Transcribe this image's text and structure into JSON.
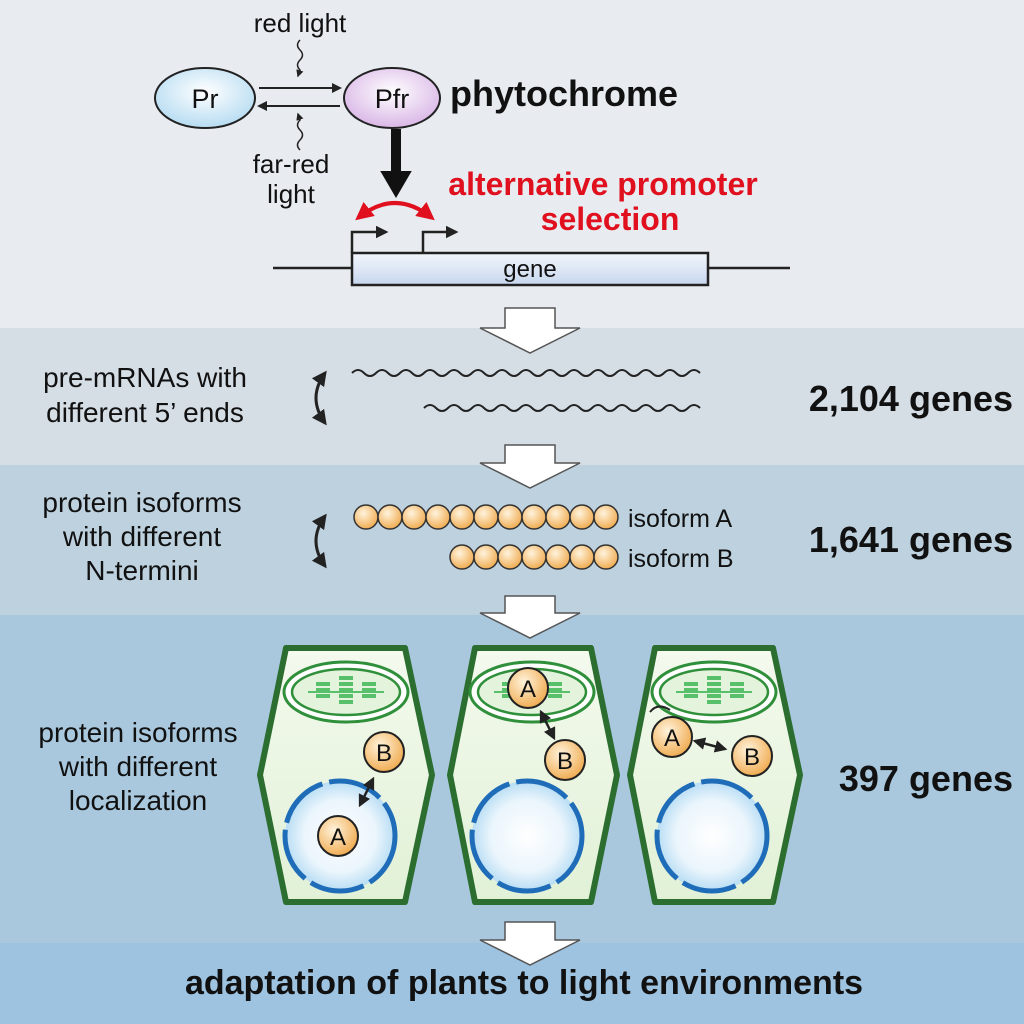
{
  "top": {
    "pr": "Pr",
    "pfr": "Pfr",
    "red_light": "red light",
    "far_red_1": "far-red",
    "far_red_2": "light",
    "phytochrome": "phytochrome",
    "alt_1": "alternative promoter",
    "alt_2": "selection",
    "gene": "gene"
  },
  "rows": {
    "premrna": {
      "label_1": "pre-mRNAs with",
      "label_2": "different 5’ ends",
      "count": "2,104 genes"
    },
    "isoforms": {
      "label_1": "protein isoforms",
      "label_2": "with different",
      "label_3": "N-termini",
      "iso_a": "isoform A",
      "iso_b": "isoform B",
      "count": "1,641 genes"
    },
    "localization": {
      "label_1": "protein isoforms",
      "label_2": "with different",
      "label_3": "localization",
      "count": "397 genes",
      "a": "A",
      "b": "B"
    }
  },
  "bottom": {
    "text": "adaptation of plants to light environments"
  },
  "colors": {
    "band_top": "#e8ecf1",
    "band_1": "#d5dde5",
    "band_2": "#bdd1df",
    "band_3": "#a9c8de",
    "band_4": "#9ec3e0",
    "red": "#e0101f",
    "bead": "#f3b25a",
    "cell_border": "#2b6e2f",
    "nucleus": "#1f6cb8"
  }
}
